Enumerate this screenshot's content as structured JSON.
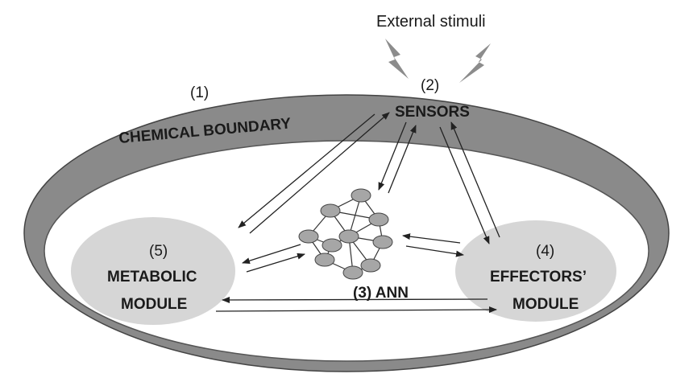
{
  "diagram": {
    "external_stimuli": "External stimuli",
    "sensors": {
      "number": "(2)",
      "label": "SENSORS"
    },
    "boundary": {
      "number": "(1)",
      "label": "CHEMICAL BOUNDARY"
    },
    "metabolic": {
      "number": "(5)",
      "line1": "METABOLIC",
      "line2": "MODULE"
    },
    "effectors": {
      "number": "(4)",
      "line1": "EFFECTORS’",
      "line2": "MODULE"
    },
    "ann": {
      "label": "(3) ANN"
    },
    "colors": {
      "boundary_ring": "#8a8a8a",
      "module_fill": "#d6d6d6",
      "node_fill": "#a6a6a6",
      "lightning": "#8c8c8c",
      "stroke": "#222222"
    }
  }
}
